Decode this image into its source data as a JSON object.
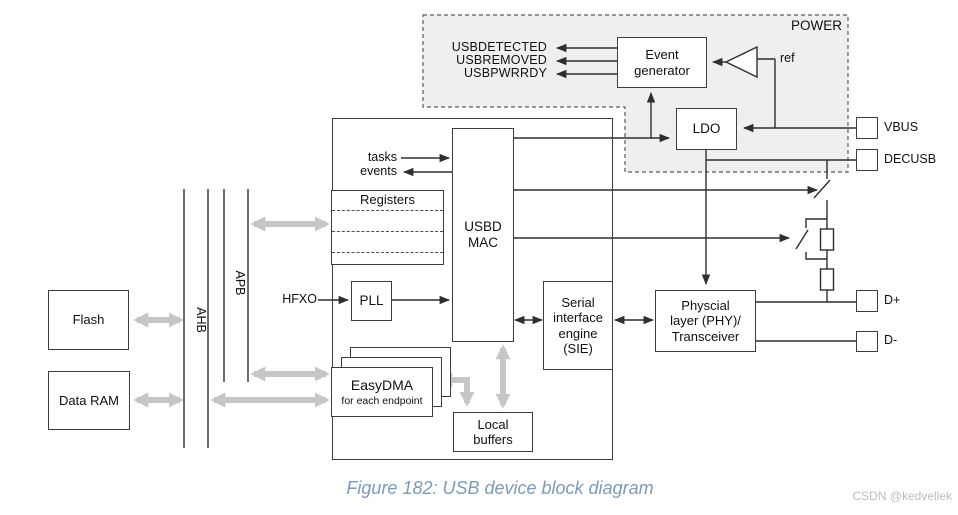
{
  "figure": {
    "caption": "Figure 182: USB device block diagram",
    "watermark": "CSDN @kedvellek"
  },
  "colors": {
    "line": "#2f2f2f",
    "box_border": "#3d3d3d",
    "bus_arrow": "#c6c6c6",
    "power_fill": "#efefef",
    "caption_text": "#7b9ab9",
    "watermark_text": "#bdbdbd"
  },
  "power": {
    "label": "POWER",
    "event_generator": "Event\ngenerator",
    "ldo": "LDO",
    "ref": "ref",
    "signals": [
      "USBDETECTED",
      "USBREMOVED",
      "USBPWRRDY"
    ]
  },
  "pins": {
    "vbus": "VBUS",
    "decusb": "DECUSB",
    "d_plus": "D+",
    "d_minus": "D-"
  },
  "usbd": {
    "mac": "USBD\nMAC",
    "registers": "Registers",
    "tasks": "tasks",
    "events": "events",
    "hfxo": "HFXO",
    "pll": "PLL",
    "sie": "Serial\ninterface\nengine\n(SIE)",
    "easydma": "EasyDMA",
    "easydma_sub": "for each endpoint",
    "local_buffers": "Local\nbuffers"
  },
  "phy": {
    "label": "Physcial\nlayer (PHY)/\nTransceiver"
  },
  "memory": {
    "flash": "Flash",
    "data_ram": "Data RAM"
  },
  "buses": {
    "ahb": "AHB",
    "apb": "APB"
  }
}
